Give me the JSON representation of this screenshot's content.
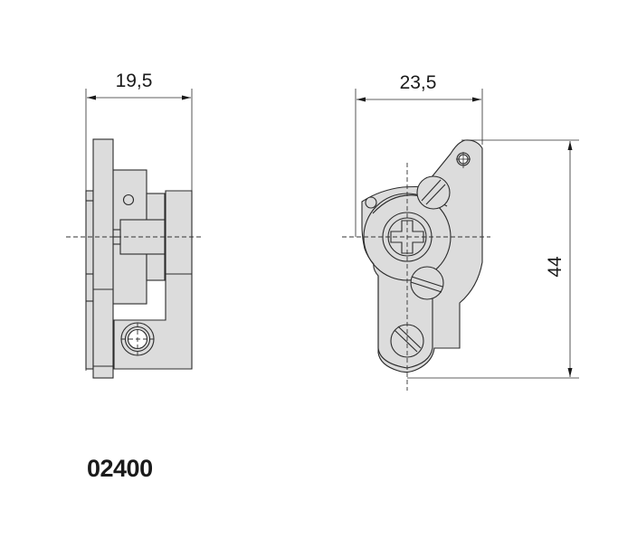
{
  "drawing": {
    "title": "Hinge technical drawing",
    "colors": {
      "part_fill": "#dcdcdc",
      "line": "#2b2b2b",
      "background": "#ffffff"
    },
    "side_view": {
      "width_dimension": "19,5"
    },
    "front_view": {
      "width_dimension": "23,5",
      "height_dimension": "44"
    },
    "product_code": "02400"
  }
}
